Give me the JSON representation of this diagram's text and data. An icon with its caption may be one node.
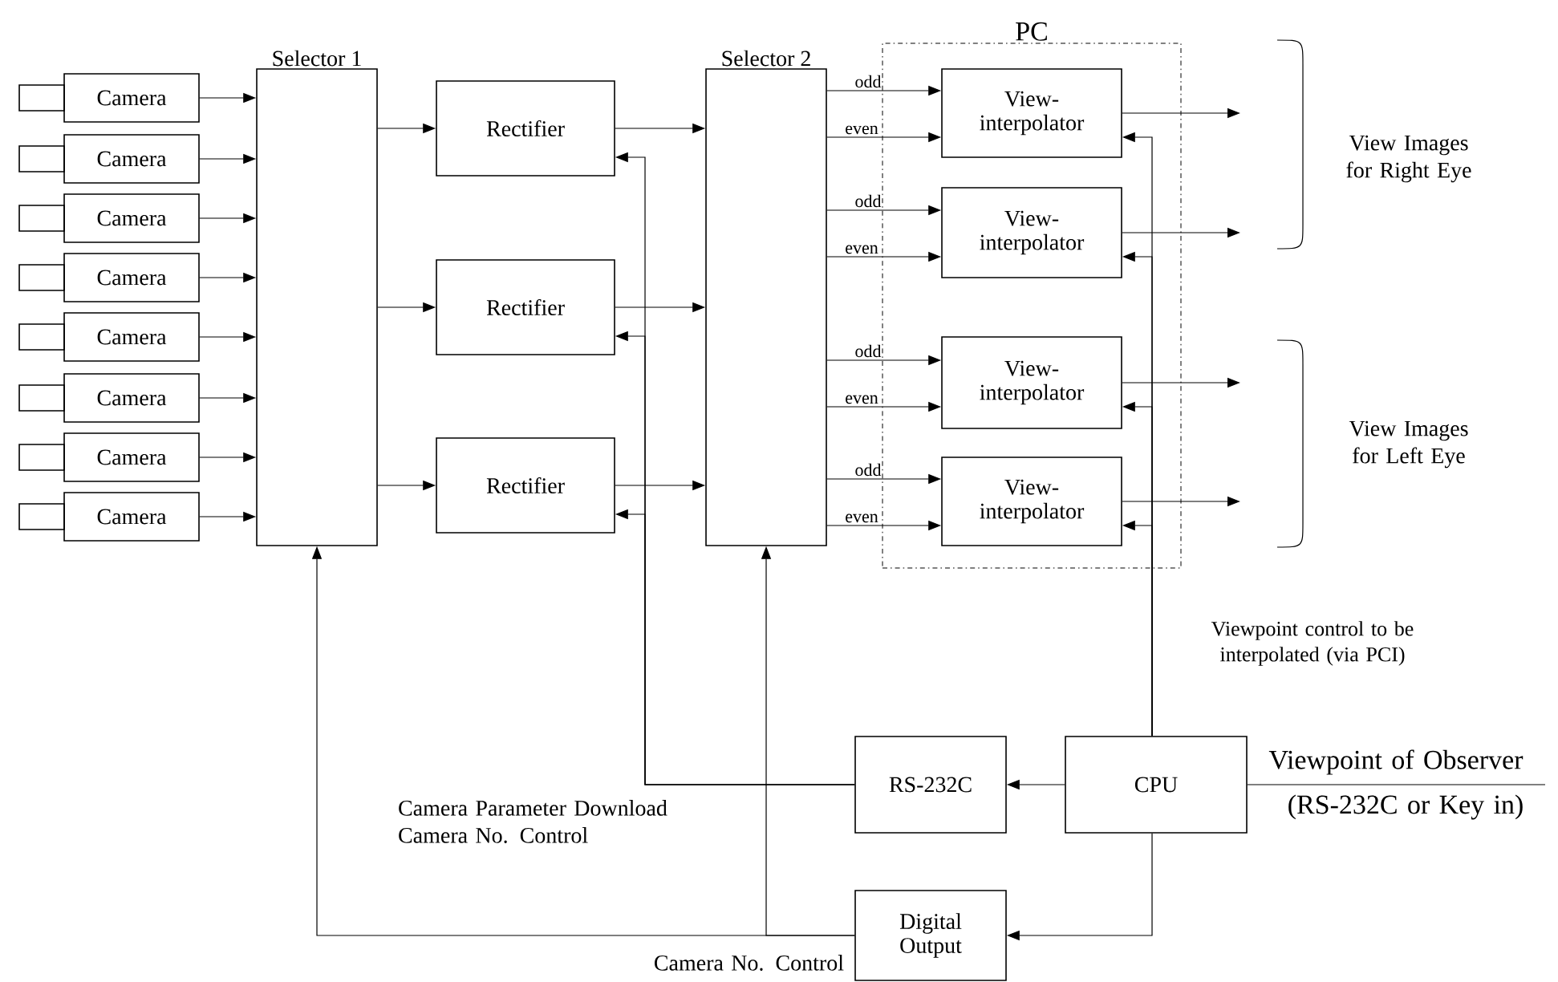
{
  "diagram": {
    "nodes": [
      {
        "text": [
          "Camera"
        ]
      },
      {
        "text": [
          "Camera"
        ]
      },
      {
        "text": [
          "Camera"
        ]
      },
      {
        "text": [
          "Camera"
        ]
      },
      {
        "text": [
          "Camera"
        ]
      },
      {
        "text": [
          "Camera"
        ]
      },
      {
        "text": [
          "Camera"
        ]
      },
      {
        "text": [
          "Camera"
        ]
      },
      {
        "text": [
          "Selector 1"
        ]
      },
      {
        "text": [
          "Rectifier"
        ]
      },
      {
        "text": [
          "Rectifier"
        ]
      },
      {
        "text": [
          "Rectifier"
        ]
      },
      {
        "text": [
          "Selector 2"
        ]
      },
      {
        "text": [
          "PC"
        ]
      },
      {
        "text": [
          "View- interpolator"
        ],
        "in": 13
      },
      {
        "text": [
          "View- interpolator"
        ],
        "in": 13
      },
      {
        "text": [
          "View- interpolator"
        ],
        "in": 13
      },
      {
        "text": [
          "View- interpolator"
        ],
        "in": 13
      },
      {
        "text": [
          "RS-232C"
        ]
      },
      {
        "text": [
          "CPU"
        ]
      },
      {
        "text": [
          "Digital Output"
        ]
      }
    ],
    "edges": [
      {
        "from": 0,
        "to": 8,
        "arrow": "to"
      },
      {
        "from": 1,
        "to": 8,
        "arrow": "to"
      },
      {
        "from": 2,
        "to": 8,
        "arrow": "to"
      },
      {
        "from": 3,
        "to": 8,
        "arrow": "to"
      },
      {
        "from": 4,
        "to": 8,
        "arrow": "to"
      },
      {
        "from": 5,
        "to": 8,
        "arrow": "to"
      },
      {
        "from": 6,
        "to": 8,
        "arrow": "to"
      },
      {
        "from": 7,
        "to": 8,
        "arrow": "to"
      },
      {
        "from": 8,
        "to": 9,
        "arrow": "to"
      },
      {
        "from": 8,
        "to": 10,
        "arrow": "to"
      },
      {
        "from": 8,
        "to": 11,
        "arrow": "to"
      },
      {
        "from": 9,
        "to": 12,
        "arrow": "to"
      },
      {
        "from": 10,
        "to": 12,
        "arrow": "to"
      },
      {
        "from": 11,
        "to": 12,
        "arrow": "to"
      },
      {
        "from": 12,
        "to": 14,
        "arrow": "to",
        "label": "odd"
      },
      {
        "from": 12,
        "to": 14,
        "arrow": "to",
        "label": "even"
      },
      {
        "from": 12,
        "to": 15,
        "arrow": "to",
        "label": "odd"
      },
      {
        "from": 12,
        "to": 15,
        "arrow": "to",
        "label": "even"
      },
      {
        "from": 12,
        "to": 16,
        "arrow": "to",
        "label": "odd"
      },
      {
        "from": 12,
        "to": 16,
        "arrow": "to",
        "label": "even"
      },
      {
        "from": 12,
        "to": 17,
        "arrow": "to",
        "label": "odd"
      },
      {
        "from": 12,
        "to": 17,
        "arrow": "to",
        "label": "even"
      },
      {
        "from": 14,
        "to": null,
        "arrow": "to"
      },
      {
        "from": 15,
        "to": null,
        "arrow": "to"
      },
      {
        "from": 16,
        "to": null,
        "arrow": "to"
      },
      {
        "from": 17,
        "to": null,
        "arrow": "to"
      },
      {
        "from": 19,
        "to": 14,
        "arrow": "to"
      },
      {
        "from": 19,
        "to": 15,
        "arrow": "to"
      },
      {
        "from": 19,
        "to": 16,
        "arrow": "to"
      },
      {
        "from": 19,
        "to": 17,
        "arrow": "to"
      },
      {
        "from": 19,
        "to": 18,
        "arrow": "to"
      },
      {
        "from": 18,
        "to": 9,
        "arrow": "to"
      },
      {
        "from": 18,
        "to": 10,
        "arrow": "to"
      },
      {
        "from": 18,
        "to": 11,
        "arrow": "to"
      },
      {
        "from": 19,
        "to": 20,
        "arrow": "to"
      },
      {
        "from": 20,
        "to": 8,
        "arrow": "to"
      },
      {
        "from": 20,
        "to": 12,
        "arrow": "to"
      },
      {
        "from": null,
        "to": 19,
        "arrow": "none"
      }
    ],
    "labels": [
      "View Images for Right Eye",
      "View Images for Left Eye",
      "Viewpoint control to be interpolated (via PCI)",
      "Viewpoint of Observer",
      "(RS-232C or Key in)",
      "Camera Parameter Download Camera No. Control",
      "Camera No. Control"
    ]
  }
}
